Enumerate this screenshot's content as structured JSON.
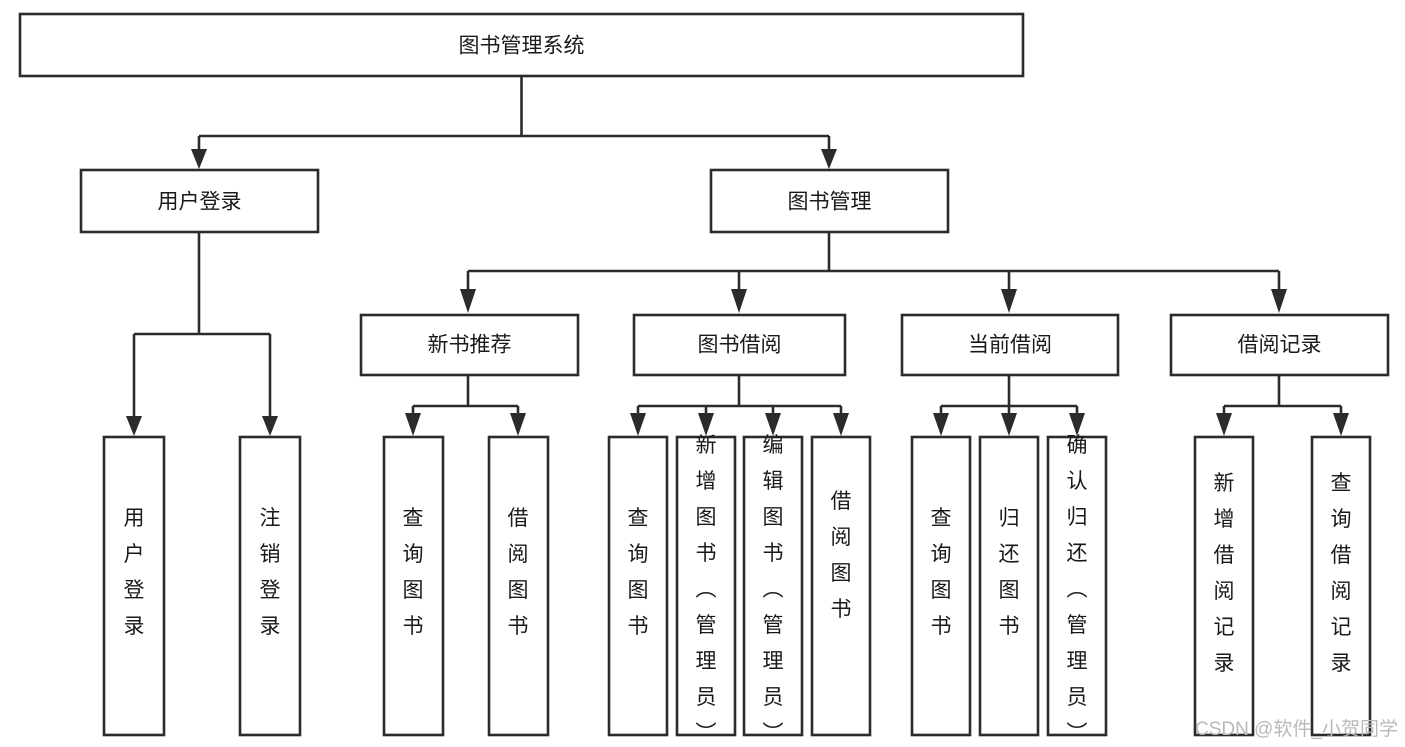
{
  "diagram": {
    "title": "图书管理系统",
    "type": "tree-hierarchy-chart",
    "orientation": "top-down",
    "watermark": "CSDN @软件_小贺同学",
    "root": {
      "id": "root",
      "label": "图书管理系统"
    },
    "level2": [
      {
        "id": "user-login",
        "label": "用户登录"
      },
      {
        "id": "book-manage",
        "label": "图书管理"
      }
    ],
    "level3": [
      {
        "id": "new-book-recommend",
        "label": "新书推荐",
        "parent": "book-manage"
      },
      {
        "id": "book-borrow",
        "label": "图书借阅",
        "parent": "book-manage"
      },
      {
        "id": "current-borrow",
        "label": "当前借阅",
        "parent": "book-manage"
      },
      {
        "id": "borrow-record",
        "label": "借阅记录",
        "parent": "book-manage"
      }
    ],
    "leaves": {
      "user_login": [
        {
          "id": "leaf-user-login",
          "label": "用户登录"
        },
        {
          "id": "leaf-logout-login",
          "label": "注销登录"
        }
      ],
      "new_book_recommend": [
        {
          "id": "leaf-query-book-1",
          "label": "查询图书"
        },
        {
          "id": "leaf-borrow-book-1",
          "label": "借阅图书"
        }
      ],
      "book_borrow": [
        {
          "id": "leaf-query-book-2",
          "label": "查询图书"
        },
        {
          "id": "leaf-add-book",
          "label": "新增图书（管理员）"
        },
        {
          "id": "leaf-edit-book",
          "label": "编辑图书（管理员）"
        },
        {
          "id": "leaf-borrow-book-2",
          "label": "借阅图书"
        }
      ],
      "current_borrow": [
        {
          "id": "leaf-query-book-3",
          "label": "查询图书"
        },
        {
          "id": "leaf-return-book",
          "label": "归还图书"
        },
        {
          "id": "leaf-confirm-return",
          "label": "确认归还（管理员）"
        }
      ],
      "borrow_record": [
        {
          "id": "leaf-add-record",
          "label": "新增借阅记录"
        },
        {
          "id": "leaf-query-record",
          "label": "查询借阅记录"
        }
      ]
    },
    "colors": {
      "stroke": "#2b2b2b",
      "fill": "#ffffff",
      "text": "#1a1a1a",
      "watermark": "#b9b9b9",
      "background": "#ffffff"
    }
  }
}
